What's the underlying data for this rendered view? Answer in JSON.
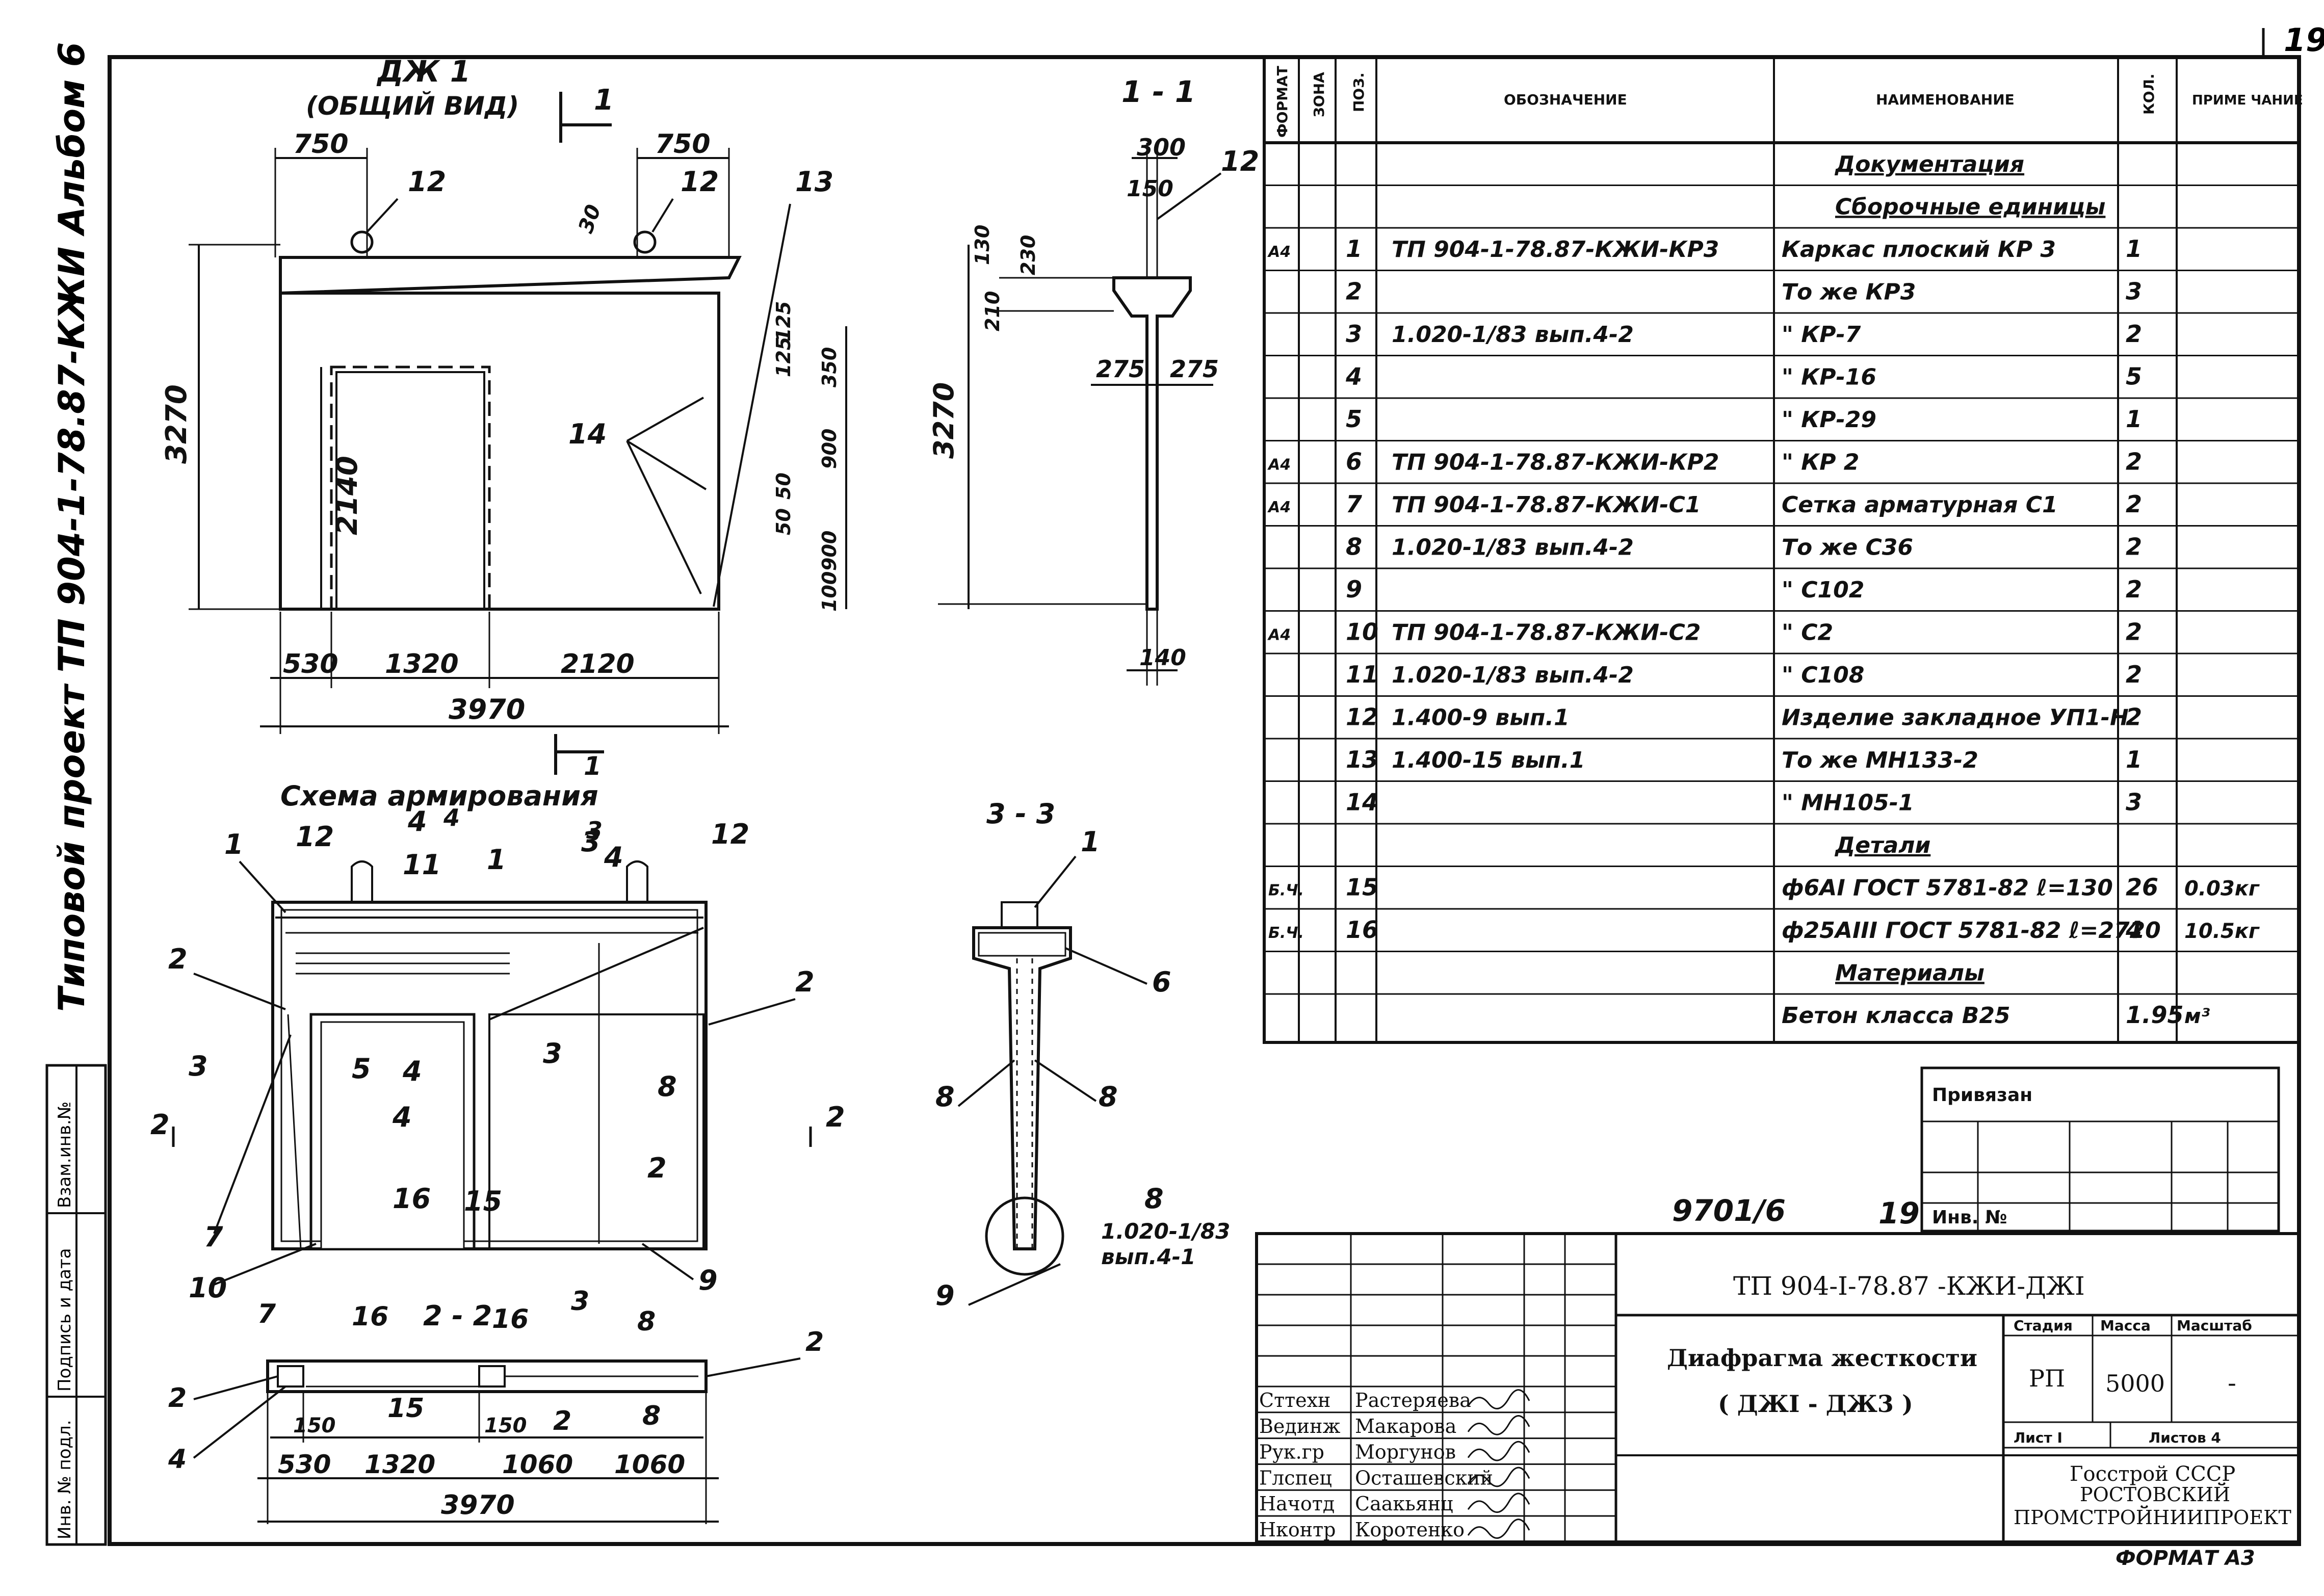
{
  "page_number": "19",
  "side_label": "Типовой проект ТП 904-1-78.87-КЖИ Альбом 6",
  "left_stamp": [
    "Инв. № подл.",
    "Подпись и дата",
    "Взам.инв.№"
  ],
  "general_view": {
    "title": "ДЖ 1",
    "subtitle": "(ОБЩИЙ ВИД)",
    "cut_mark": "1",
    "dims": {
      "top_left": "750",
      "top_right": "750",
      "height": "3270",
      "door": "2140",
      "b1": "530",
      "b2": "1320",
      "b3": "2120",
      "total": "3970",
      "r1": "125",
      "r2": "125",
      "r3": "350",
      "r4": "900",
      "r5": "50",
      "r6": "50",
      "r7": "900",
      "r8": "100",
      "rot30": "30"
    },
    "callouts": [
      "12",
      "12",
      "13",
      "14"
    ]
  },
  "section_1_1": {
    "title": "1 - 1",
    "dims": {
      "top": "300",
      "w150": "150",
      "h130": "130",
      "h230": "230",
      "h210": "210",
      "h3270": "3270",
      "w275a": "275",
      "w275b": "275",
      "w140": "140"
    },
    "callout": "12"
  },
  "reinforcement": {
    "title": "Схема армирования",
    "labels": [
      "1",
      "12",
      "11",
      "1",
      "4",
      "3",
      "4",
      "12",
      "2",
      "2",
      "3",
      "3",
      "8",
      "7",
      "5",
      "4",
      "4",
      "15",
      "16",
      "2",
      "10",
      "9",
      "2",
      "2"
    ],
    "cut_4": "4",
    "cut_3": "3"
  },
  "section_2_2": {
    "title": "2 - 2",
    "dims": {
      "d530": "530",
      "d1320": "1320",
      "d1060a": "1060",
      "d1060b": "1060",
      "total": "3970",
      "d150a": "150",
      "d150b": "150"
    },
    "labels": [
      "7",
      "16",
      "16",
      "3",
      "8",
      "2",
      "2",
      "4",
      "15",
      "2",
      "8"
    ]
  },
  "section_3_3": {
    "title": "3 - 3",
    "labels": [
      "1",
      "6",
      "8",
      "8",
      "8",
      "9"
    ],
    "note": [
      "1.020-1/83",
      "вып.4-1"
    ]
  },
  "spec_table": {
    "headers": [
      "ФОРМАТ",
      "ЗОНА",
      "ПОЗ.",
      "ОБОЗНАЧЕНИЕ",
      "НАИМЕНОВАНИЕ",
      "КОЛ.",
      "ПРИМЕ ЧАНИЕ"
    ],
    "rows": [
      {
        "fmt": "",
        "pos": "",
        "oboz": "",
        "name": "Документация",
        "kol": "",
        "prim": ""
      },
      {
        "fmt": "",
        "pos": "",
        "oboz": "",
        "name": "Сборочные единицы",
        "kol": "",
        "prim": ""
      },
      {
        "fmt": "А4",
        "pos": "1",
        "oboz": "ТП 904-1-78.87-КЖИ-КР3",
        "name": "Каркас плоский КР 3",
        "kol": "1",
        "prim": ""
      },
      {
        "fmt": "",
        "pos": "2",
        "oboz": "",
        "name": "То же КР3",
        "kol": "3",
        "prim": ""
      },
      {
        "fmt": "",
        "pos": "3",
        "oboz": "1.020-1/83 вып.4-2",
        "name": "\" КР-7",
        "kol": "2",
        "prim": ""
      },
      {
        "fmt": "",
        "pos": "4",
        "oboz": "",
        "name": "\" КР-16",
        "kol": "5",
        "prim": ""
      },
      {
        "fmt": "",
        "pos": "5",
        "oboz": "",
        "name": "\" КР-29",
        "kol": "1",
        "prim": ""
      },
      {
        "fmt": "А4",
        "pos": "6",
        "oboz": "ТП 904-1-78.87-КЖИ-КР2",
        "name": "\" КР 2",
        "kol": "2",
        "prim": ""
      },
      {
        "fmt": "А4",
        "pos": "7",
        "oboz": "ТП 904-1-78.87-КЖИ-С1",
        "name": "Сетка арматурная С1",
        "kol": "2",
        "prim": ""
      },
      {
        "fmt": "",
        "pos": "8",
        "oboz": "1.020-1/83 вып.4-2",
        "name": "То же С36",
        "kol": "2",
        "prim": ""
      },
      {
        "fmt": "",
        "pos": "9",
        "oboz": "",
        "name": "\" С102",
        "kol": "2",
        "prim": ""
      },
      {
        "fmt": "А4",
        "pos": "10",
        "oboz": "ТП 904-1-78.87-КЖИ-С2",
        "name": "\" С2",
        "kol": "2",
        "prim": ""
      },
      {
        "fmt": "",
        "pos": "11",
        "oboz": "1.020-1/83 вып.4-2",
        "name": "\" С108",
        "kol": "2",
        "prim": ""
      },
      {
        "fmt": "",
        "pos": "12",
        "oboz": "1.400-9 вып.1",
        "name": "Изделие закладное УП1-Н",
        "kol": "2",
        "prim": ""
      },
      {
        "fmt": "",
        "pos": "13",
        "oboz": "1.400-15 вып.1",
        "name": "То же МН133-2",
        "kol": "1",
        "prim": ""
      },
      {
        "fmt": "",
        "pos": "14",
        "oboz": "",
        "name": "\" МН105-1",
        "kol": "3",
        "prim": ""
      },
      {
        "fmt": "",
        "pos": "",
        "oboz": "",
        "name": "Детали",
        "kol": "",
        "prim": ""
      },
      {
        "fmt": "Б.Ч.",
        "pos": "15",
        "oboz": "",
        "name": "ф6АI ГОСТ 5781-82 ℓ=130",
        "kol": "26",
        "prim": "0.03кг"
      },
      {
        "fmt": "Б.Ч.",
        "pos": "16",
        "oboz": "",
        "name": "ф25АIII ГОСТ 5781-82 ℓ=2720",
        "kol": "4",
        "prim": "10.5кг"
      },
      {
        "fmt": "",
        "pos": "",
        "oboz": "",
        "name": "Материалы",
        "kol": "",
        "prim": ""
      },
      {
        "fmt": "",
        "pos": "",
        "oboz": "",
        "name": "Бетон класса В25",
        "kol": "1.95",
        "prim": "м³"
      }
    ]
  },
  "privyazan": {
    "label": "Привязан",
    "inv_label": "Инв. №",
    "sheet_code": "9701/6",
    "sheet_no": "19"
  },
  "title_block": {
    "doc_code": "ТП 904-I-78.87 -КЖИ-ДЖI",
    "name": "Диафрагма жесткости",
    "name2": "( ДЖI - ДЖ3 )",
    "stage_label": "Стадия",
    "mass_label": "Масса",
    "scale_label": "Масштаб",
    "stage": "РП",
    "mass": "5000",
    "scale": "-",
    "sheet_label": "Лист I",
    "sheets_label": "Листов 4",
    "org": [
      "Госстрой СССР",
      "РОСТОВСКИЙ",
      "ПРОМСТРОЙНИИПРОЕКТ"
    ],
    "people": [
      {
        "role": "Cттехн",
        "name": "Растеряева"
      },
      {
        "role": "Вединж",
        "name": "Макарова"
      },
      {
        "role": "Рук.гр",
        "name": "Моргунов"
      },
      {
        "role": "Глспец",
        "name": "Осташевский"
      },
      {
        "role": "Начотд",
        "name": "Саакьянц"
      },
      {
        "role": "Нконтр",
        "name": "Коротенко"
      }
    ],
    "format": "ФОРМАТ А3"
  }
}
